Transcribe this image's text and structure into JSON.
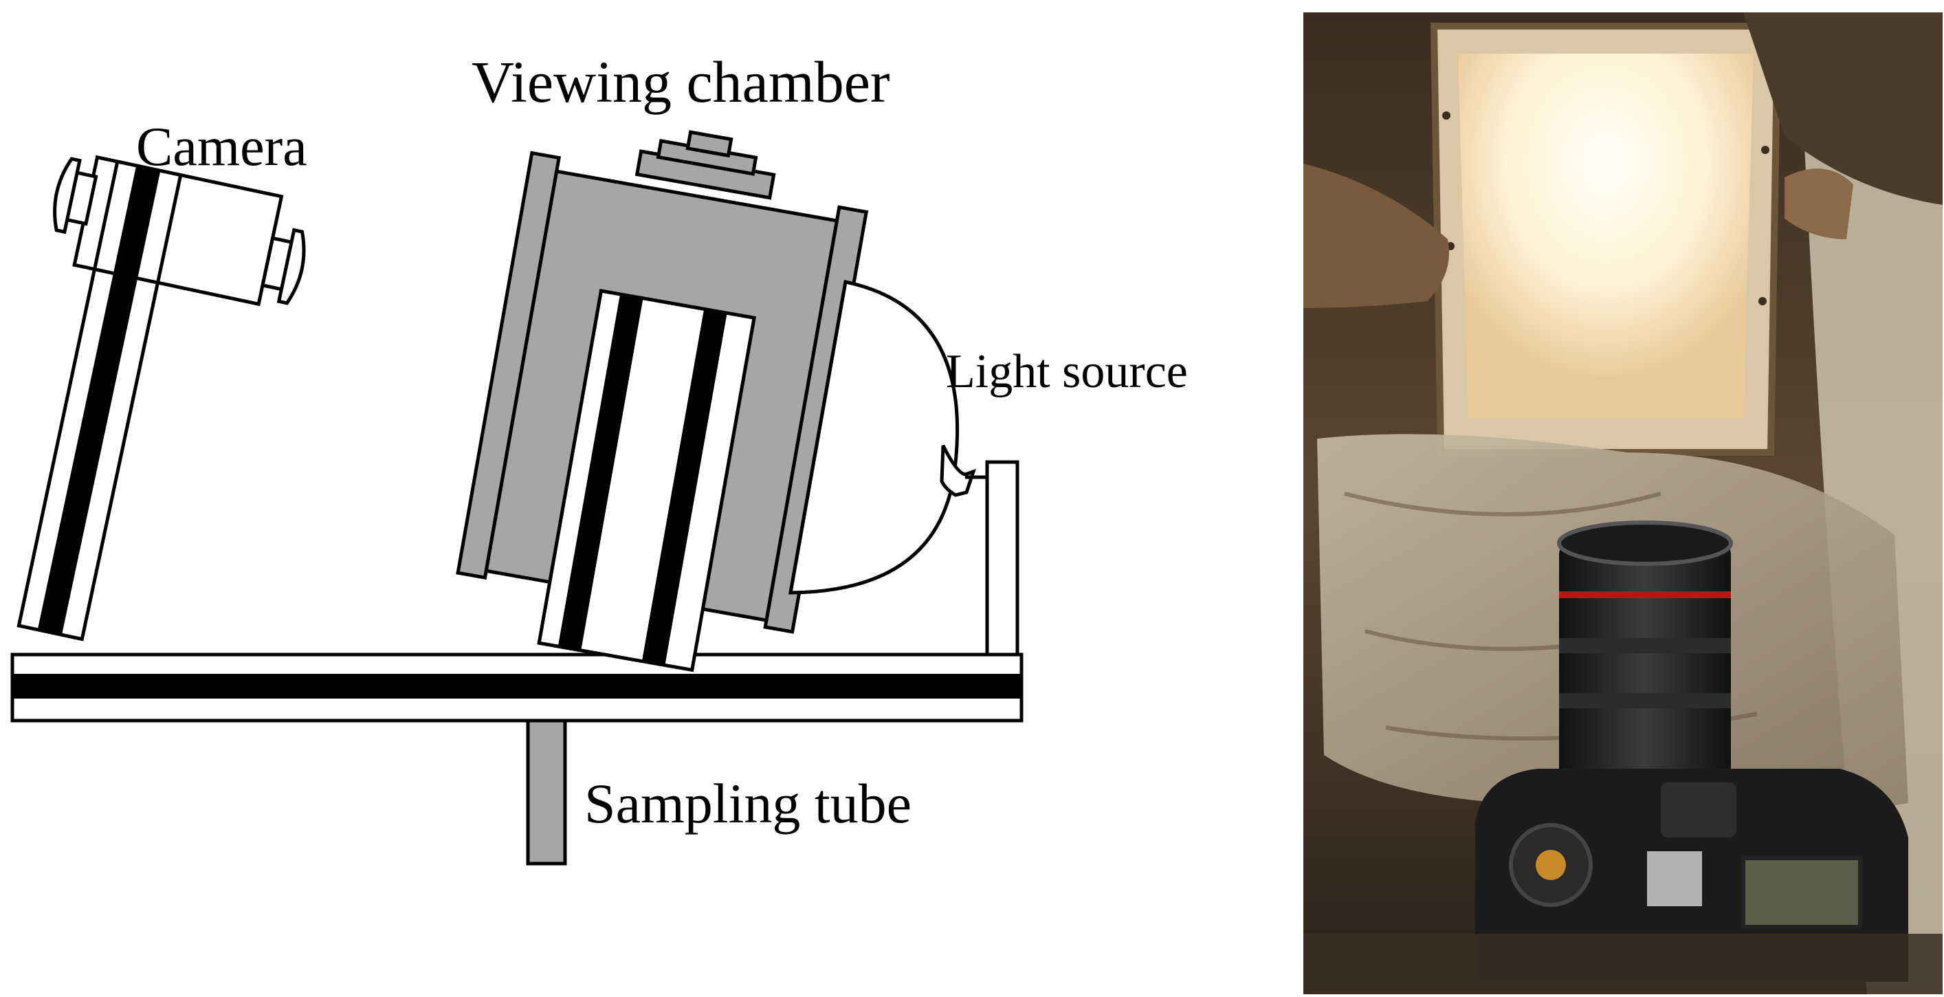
{
  "labels": {
    "viewing_chamber": "Viewing chamber",
    "camera": "Camera",
    "light_source": "Light source",
    "sampling_tube": "Sampling tube"
  },
  "colors": {
    "chamber_gray": "#a6a6a6",
    "line_black": "#000000",
    "background": "#ffffff"
  },
  "photo": {
    "subject": "photograph of the apparatus: camera beneath a backlit viewing chamber"
  }
}
